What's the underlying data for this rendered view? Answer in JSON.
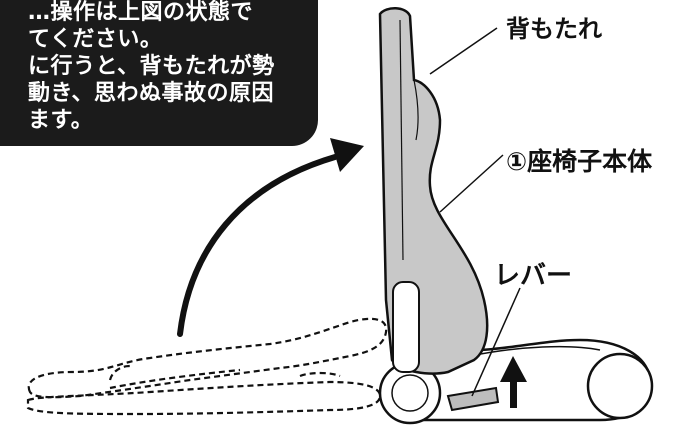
{
  "warning": {
    "lines": [
      "…操作は上図の状態で",
      "てください。",
      "に行うと、背もたれが勢",
      "動き、思わぬ事故の原因",
      "ます。"
    ]
  },
  "labels": {
    "backrest": "背もたれ",
    "seat_body": "①座椅子本体",
    "lever": "レバー"
  },
  "colors": {
    "warning_bg": "#1b1b1b",
    "backrest_fill": "#c8c8c8",
    "outline": "#111111"
  },
  "icons": {
    "rotation_arrow": "curved-arrow-up-right",
    "lift_arrow": "arrow-up"
  }
}
